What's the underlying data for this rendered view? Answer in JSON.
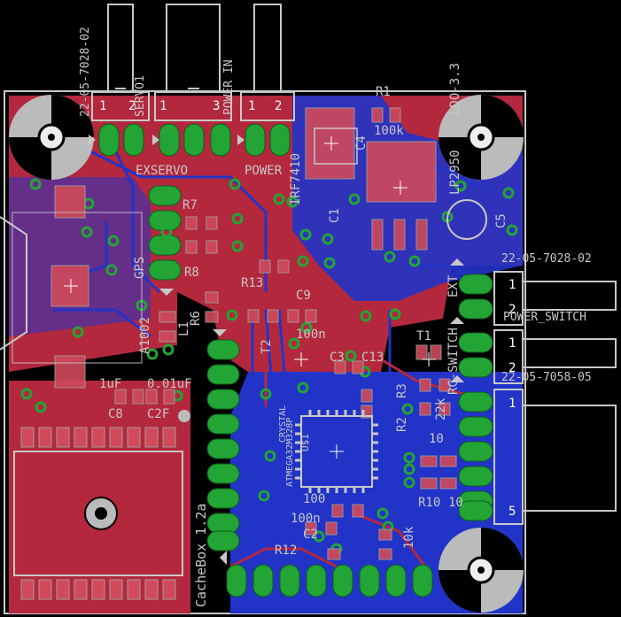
{
  "board": {
    "name": "CacheBox 1.2a",
    "colors": {
      "background": "#000000",
      "top_copper": "#b3283d",
      "bottom_copper": "#2233c8",
      "pad": "#22a534",
      "silk": "#c8c8c8",
      "smd": "#d04a5a",
      "via_ring": "#22a534"
    }
  },
  "connectors": {
    "servo_top": {
      "part": "22-05-7028-02",
      "name": "SERVO1",
      "pins": [
        "1",
        "2"
      ]
    },
    "power_in": {
      "name": "POWER IN",
      "pins": [
        "1",
        "3"
      ]
    },
    "power_top": {
      "pins": [
        "1",
        "2"
      ]
    },
    "ext_servo_label": "EXSERVO",
    "power_label": "POWER",
    "ext_right": {
      "part": "22-05-7028-02",
      "label": "EXT",
      "pins": [
        "1",
        "2"
      ]
    },
    "power_switch": {
      "name": "POWER_SWITCH",
      "label": "RC-SWITCH",
      "pins": [
        "1",
        "2"
      ]
    },
    "bottom_right": {
      "part": "22-05-7058-05",
      "pins": [
        "1",
        "5"
      ]
    },
    "gps_label": "GPS",
    "ldo_label": "LDO-3.3"
  },
  "components": {
    "R1": "R1",
    "R1_value": "100k",
    "IRF": "IRF7410",
    "U2": "LP2950",
    "C1": "C1",
    "C4": "C4",
    "C5": "C5",
    "R7": "R7",
    "R8": "R8",
    "R13": "R13",
    "C9": "C9",
    "C9_value": "100n",
    "R6": "R6",
    "T2": "T2",
    "C3": "C3",
    "C13": "C13",
    "T1": "T1",
    "R3": "R3",
    "R2": "R2",
    "U1": "U$1",
    "atmega": "ATMEGA32M328P",
    "crystal": "CRYSTAL",
    "gps_chip": "A1002",
    "C8": "C8",
    "C8_value": "1uF",
    "C2F": "C2F",
    "C2F_value": "0.01uF",
    "R10": "R10",
    "R12": "R12",
    "C2": "C2",
    "C2_value": "100n",
    "R_10k": "10k",
    "R_2k": "22k",
    "R_10": "10",
    "R_value_2": "10",
    "C_100": "100",
    "L1": "L1"
  }
}
